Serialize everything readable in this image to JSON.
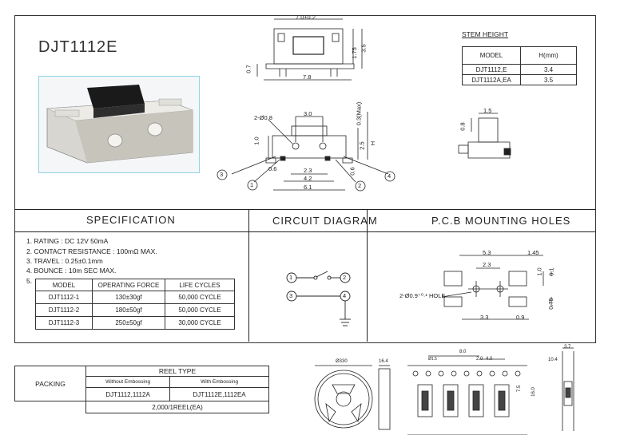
{
  "model_title": "DJT1112E",
  "stem_height": {
    "title": "STEM HEIGHT",
    "headers": [
      "MODEL",
      "H(mm)"
    ],
    "rows": [
      [
        "DJT1112,E",
        "3.4"
      ],
      [
        "DJT1112A,EA",
        "3.5"
      ]
    ]
  },
  "top_view_dims": {
    "width": "7.0±0.2",
    "total": "7.8",
    "h1": "1.75",
    "h2": "3.5",
    "side": "0.7"
  },
  "front_view_dims": {
    "holes": "2-Ø0.8",
    "pitch": "3.0",
    "max": "0.3(Max)",
    "d1": "2.5",
    "h": "H",
    "left": "1.0",
    "d06a": "0.6",
    "d06b": "0.6",
    "d23": "2.3",
    "d42": "4.2",
    "d61": "6.1"
  },
  "callouts": [
    "1",
    "2",
    "3",
    "4"
  ],
  "side_view_dims": {
    "w": "1.5",
    "s": "0.8"
  },
  "sections": {
    "spec": "SPECIFICATION",
    "circuit": "CIRCUIT DIAGRAM",
    "pcb": "P.C.B MOUNTING HOLES"
  },
  "spec_lines": [
    "1. RATING : DC 12V 50mA",
    "2. CONTACT RESISTANCE : 100mΩ MAX.",
    "3. TRAVEL : 0.25±0.1mm",
    "4. BOUNCE : 10m SEC MAX.",
    "5."
  ],
  "force_table": {
    "headers": [
      "MODEL",
      "OPERATING FORCE",
      "LIFE CYCLES"
    ],
    "rows": [
      [
        "DJT1112-1",
        "130±30gf",
        "50,000 CYCLE"
      ],
      [
        "DJT1112-2",
        "180±50gf",
        "50,000 CYCLE"
      ],
      [
        "DJT1112-3",
        "250±50gf",
        "30,000 CYCLE"
      ]
    ]
  },
  "circuit_pins": [
    "1",
    "2",
    "3",
    "4"
  ],
  "pcb_dims": {
    "d53": "5.3",
    "d145": "1.45",
    "d23": "2.3",
    "d10": "1.0",
    "d01": "0.1",
    "d075": "0.75",
    "d33": "3.3",
    "d09": "0.9",
    "hole": "2-Ø0.9⁺⁰·¹ HOLE"
  },
  "packing": {
    "label": "PACKING",
    "reel_type": "REEL TYPE",
    "without_label": "Without Embossing",
    "with_label": "With Embossing",
    "without_value": "DJT1112,1112A",
    "with_value": "DJT1112E,1112EA",
    "quantity": "2,000/1REEL(EA)"
  },
  "reel_dims": {
    "dia": "Ø330",
    "w": "16.4"
  },
  "tape_dims": {
    "hole": "Ø1.5",
    "p8": "8.0",
    "p2": "2.0",
    "p4": "4.0",
    "w16": "16.0",
    "w75": "7.5",
    "w10": "10.4",
    "t": "3.7"
  }
}
